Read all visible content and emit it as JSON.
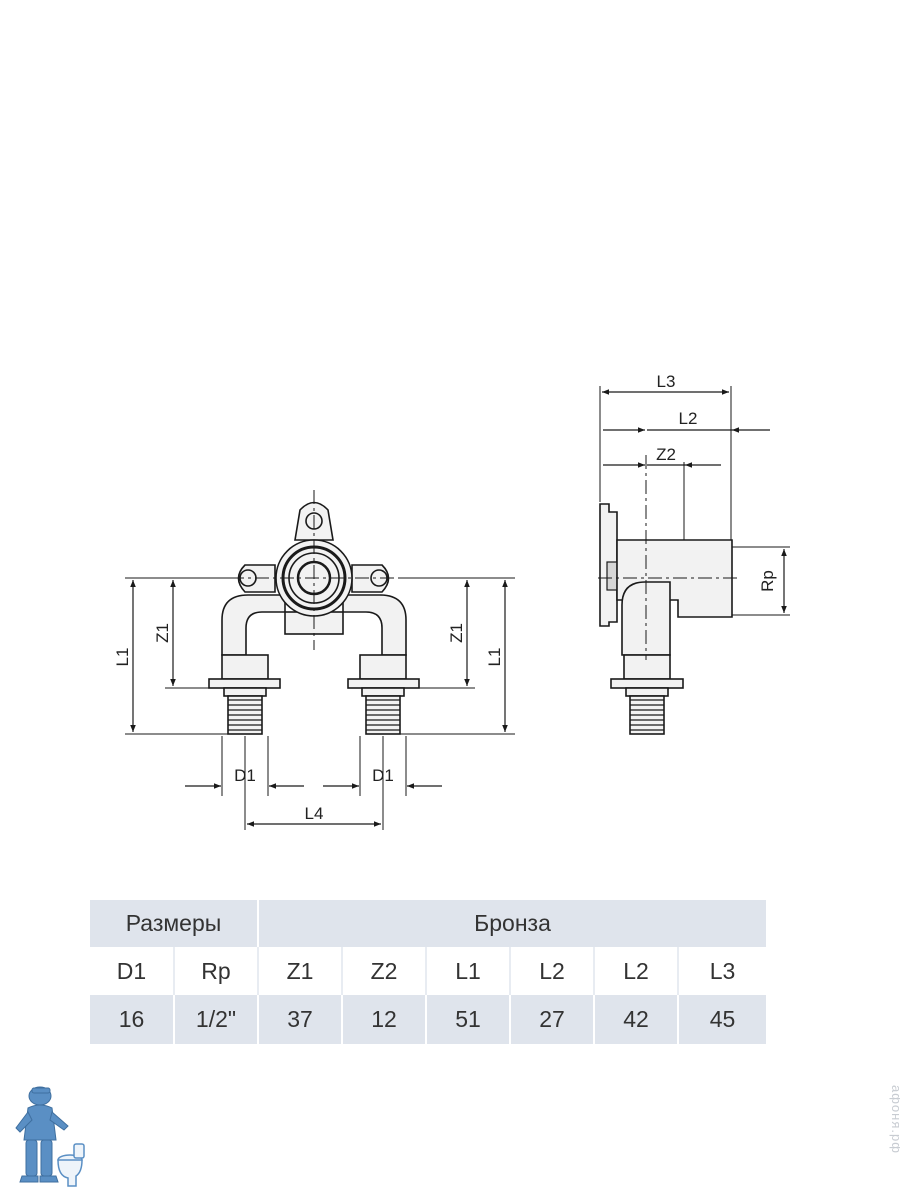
{
  "drawing": {
    "front_view": {
      "labels": {
        "l1_left": "L1",
        "z1_left": "Z1",
        "z1_right": "Z1",
        "l1_right": "L1",
        "d1_left": "D1",
        "d1_right": "D1",
        "l4": "L4"
      }
    },
    "side_view": {
      "labels": {
        "l3": "L3",
        "l2": "L2",
        "z2": "Z2",
        "rp": "Rp"
      }
    }
  },
  "table": {
    "group_header": "Размеры",
    "material_header": "Бронза",
    "columns": [
      "D1",
      "Rp",
      "Z1",
      "Z2",
      "L1",
      "L2",
      "L2",
      "L3"
    ],
    "values": [
      "16",
      "1/2\"",
      "37",
      "12",
      "51",
      "27",
      "42",
      "45"
    ]
  },
  "watermark": "афоня.рф",
  "colors": {
    "table_band": "#dfe4ec",
    "line": "#1a1a1a",
    "mascot_blue": "#5a8fc4"
  }
}
